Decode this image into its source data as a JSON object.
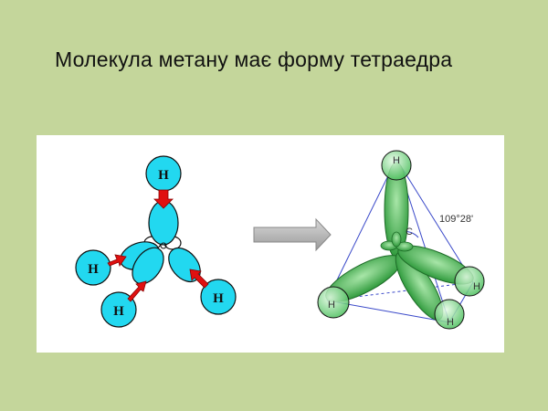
{
  "title": "Молекула метану має форму тетраедра",
  "left_diagram": {
    "h_labels": [
      "H",
      "H",
      "H",
      "H"
    ]
  },
  "right_diagram": {
    "center_label": "C",
    "angle_label": "109°28'",
    "h_labels": [
      "H",
      "H",
      "H",
      "H"
    ]
  },
  "colors": {
    "background": "#c4d69b",
    "orbital_cyan": "#22d8f0",
    "arrow_red": "#e01010",
    "orbital_green": "#3fae4a"
  }
}
